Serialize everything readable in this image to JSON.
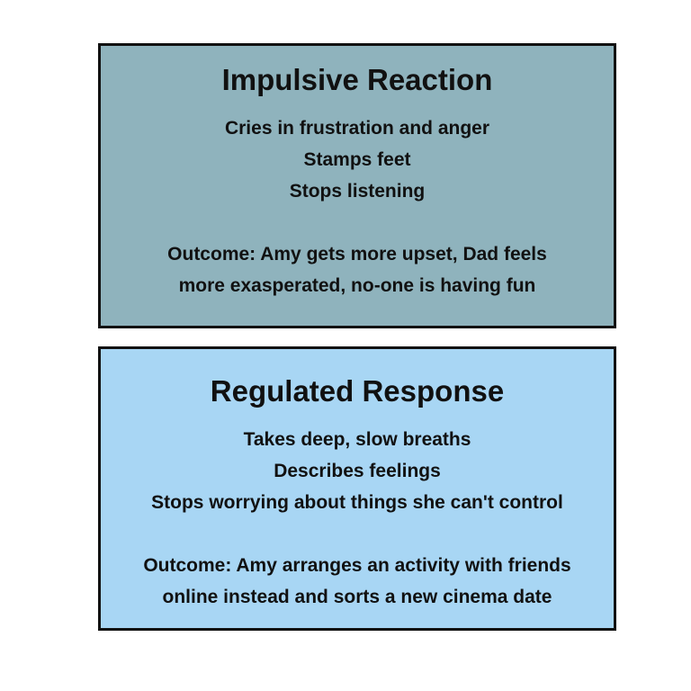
{
  "panels": [
    {
      "title": "Impulsive Reaction",
      "behaviours": [
        "Cries in frustration and anger",
        "Stamps feet",
        "Stops listening"
      ],
      "outcome": [
        "Outcome: Amy gets more upset, Dad feels",
        "more exasperated, no-one is having fun"
      ],
      "color": "#8fb3bd"
    },
    {
      "title": "Regulated Response",
      "behaviours": [
        "Takes deep, slow breaths",
        "Describes feelings",
        "Stops worrying about things she can't control"
      ],
      "outcome": [
        "Outcome: Amy arranges an activity with friends",
        "online instead and sorts a new cinema date"
      ],
      "color": "#a8d6f4"
    }
  ]
}
